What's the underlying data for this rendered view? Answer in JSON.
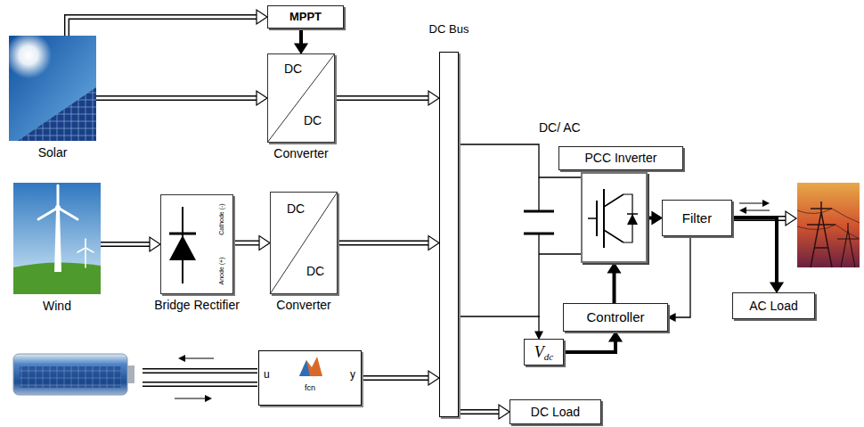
{
  "diagram": {
    "nodes": [
      {
        "text": [
          "Solar"
        ]
      },
      {
        "text": [
          "MPPT"
        ]
      },
      {
        "text": [
          "DC",
          "DC",
          "Converter"
        ]
      },
      {
        "text": [
          "Wind"
        ]
      },
      {
        "text": [
          "Cathode (-)",
          "Anode (+)",
          "Bridge Rectifier"
        ]
      },
      {
        "text": [
          "DC",
          "DC",
          "Converter"
        ]
      },
      {
        "text": [
          "u",
          "fcn",
          "y"
        ]
      },
      {
        "text": [
          "DC Bus"
        ]
      },
      {
        "text": [
          "DC/ AC",
          "PCC Inverter"
        ]
      },
      {
        "text": [
          "Filter"
        ]
      },
      {
        "text": [
          "Controller"
        ]
      },
      {
        "text": [
          "V",
          "dc"
        ]
      },
      {
        "text": [
          "AC Load"
        ]
      },
      {
        "text": [
          "DC Load"
        ]
      }
    ],
    "edges": [
      {
        "from": 0,
        "to": 1,
        "arrow": "to"
      },
      {
        "from": 1,
        "to": 2,
        "arrow": "to"
      },
      {
        "from": 0,
        "to": 2,
        "arrow": "to"
      },
      {
        "from": 2,
        "to": 7,
        "arrow": "to"
      },
      {
        "from": 3,
        "to": 4,
        "arrow": "to"
      },
      {
        "from": 4,
        "to": 5,
        "arrow": "to"
      },
      {
        "from": 5,
        "to": 7,
        "arrow": "to"
      },
      {
        "from": 6,
        "to": 7,
        "arrow": "to"
      },
      {
        "from": 7,
        "to": 8,
        "arrow": "none"
      },
      {
        "from": 7,
        "to": 11,
        "arrow": "to"
      },
      {
        "from": 11,
        "to": 10,
        "arrow": "to"
      },
      {
        "from": 10,
        "to": 8,
        "arrow": "to"
      },
      {
        "from": 8,
        "to": 9,
        "arrow": "to"
      },
      {
        "from": 9,
        "to": 12,
        "arrow": "to"
      },
      {
        "from": 9,
        "to": 10,
        "arrow": "to"
      },
      {
        "from": 7,
        "to": 13,
        "arrow": "to"
      }
    ]
  }
}
